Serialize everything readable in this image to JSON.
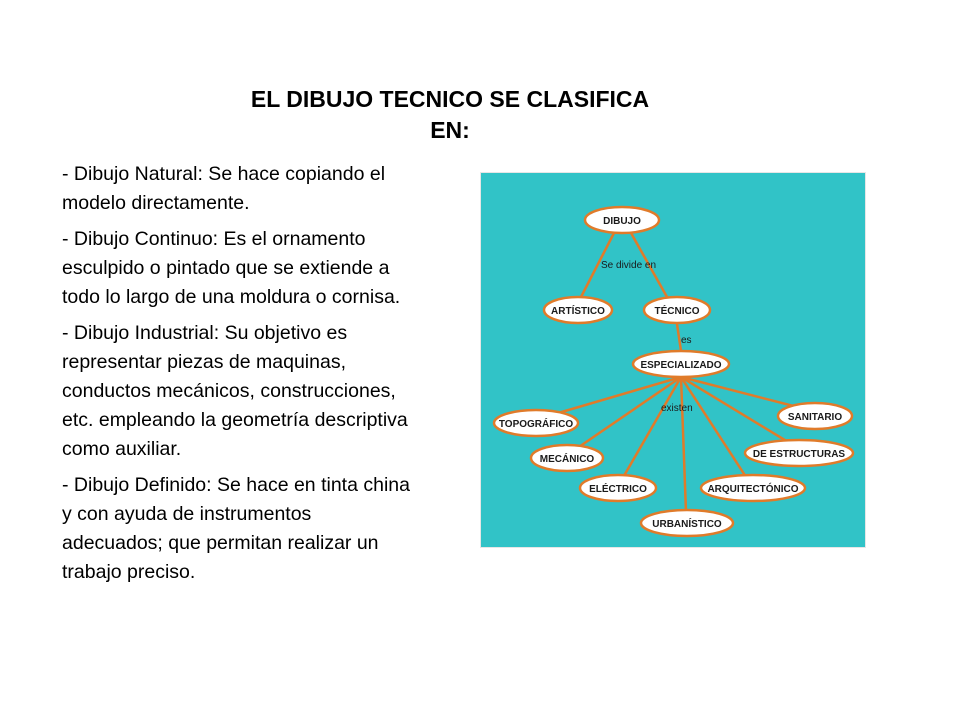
{
  "title_line1": "EL DIBUJO TECNICO SE CLASIFICA",
  "title_line2": "EN:",
  "items": [
    "- Dibujo Natural: Se hace copiando el modelo directamente.",
    "- Dibujo Continuo: Es el ornamento esculpido o pintado que se extiende a todo lo largo de una moldura o cornisa.",
    "- Dibujo Industrial: Su objetivo es representar piezas de maquinas, conductos mecánicos, construcciones, etc. empleando la geometría descriptiva como auxiliar.",
    "- Dibujo Definido: Se hace en tinta china y con ayuda de instrumentos adecuados; que permitan realizar un trabajo preciso."
  ],
  "diagram": {
    "colors": {
      "background": "#31c3c7",
      "node_fill": "#ffffff",
      "node_stroke": "#e07b2a",
      "line": "#e07b2a"
    },
    "nodes": {
      "dibujo": "DIBUJO",
      "artistico": "ARTÍSTICO",
      "tecnico": "TÉCNICO",
      "especializado": "ESPECIALIZADO",
      "topografico": "TOPOGRÁFICO",
      "sanitario": "SANITARIO",
      "de_estructuras": "DE ESTRUCTURAS",
      "mecanico": "MECÁNICO",
      "electrico": "ELÉCTRICO",
      "arquitectonico": "ARQUITECTÓNICO",
      "urbanistico": "URBANÍSTICO"
    },
    "links": {
      "se_divide_en": "Se divide en",
      "es": "es",
      "existen": "existen"
    }
  }
}
